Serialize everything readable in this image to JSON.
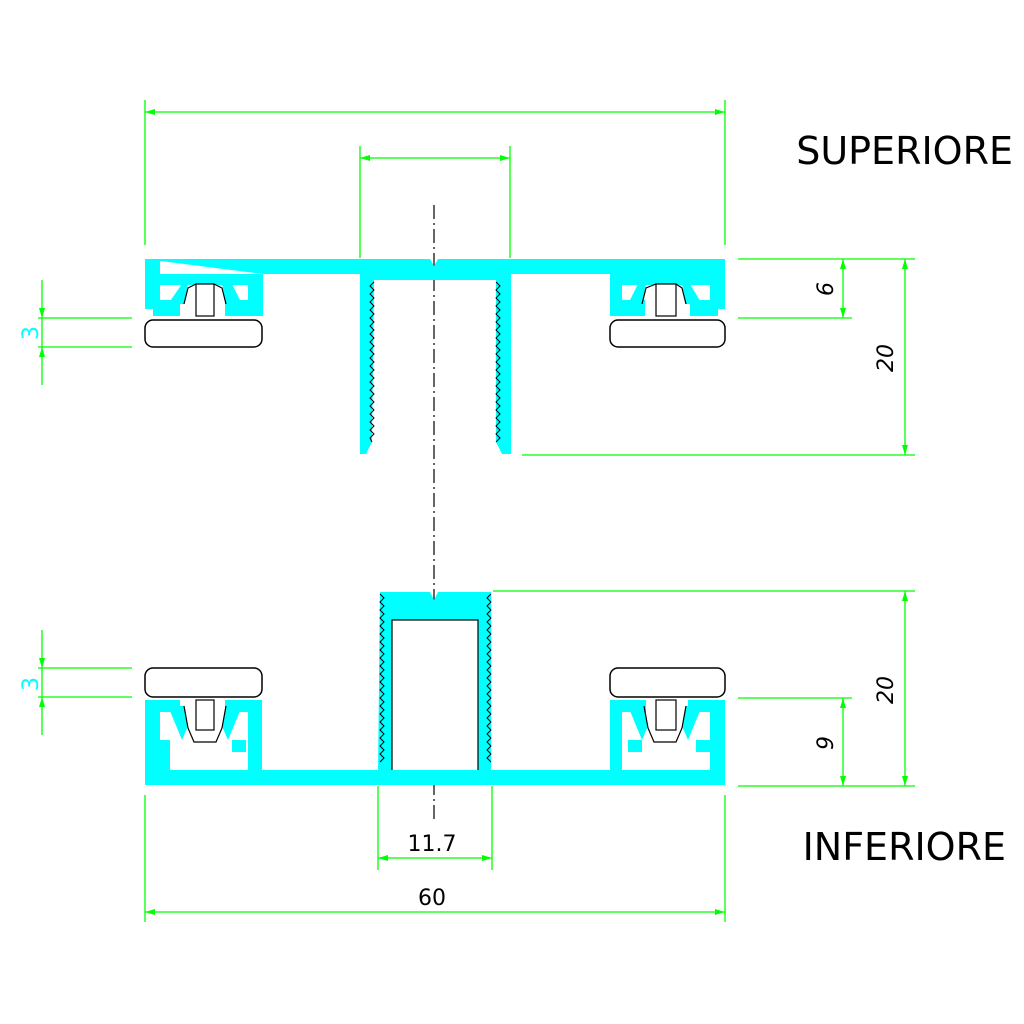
{
  "titles": {
    "top": "SUPERIORE",
    "bottom": "INFERIORE"
  },
  "dimensions": {
    "top_gap_left": "3",
    "top_flange_height": "6",
    "top_height": "20",
    "bottom_gap_left": "3",
    "bottom_height": "20",
    "bottom_flange_height": "9",
    "stud_width": "11.7",
    "total_width": "60"
  },
  "colors": {
    "profile": "#00ffff",
    "dimension": "#00ff00",
    "outline": "#000000"
  }
}
